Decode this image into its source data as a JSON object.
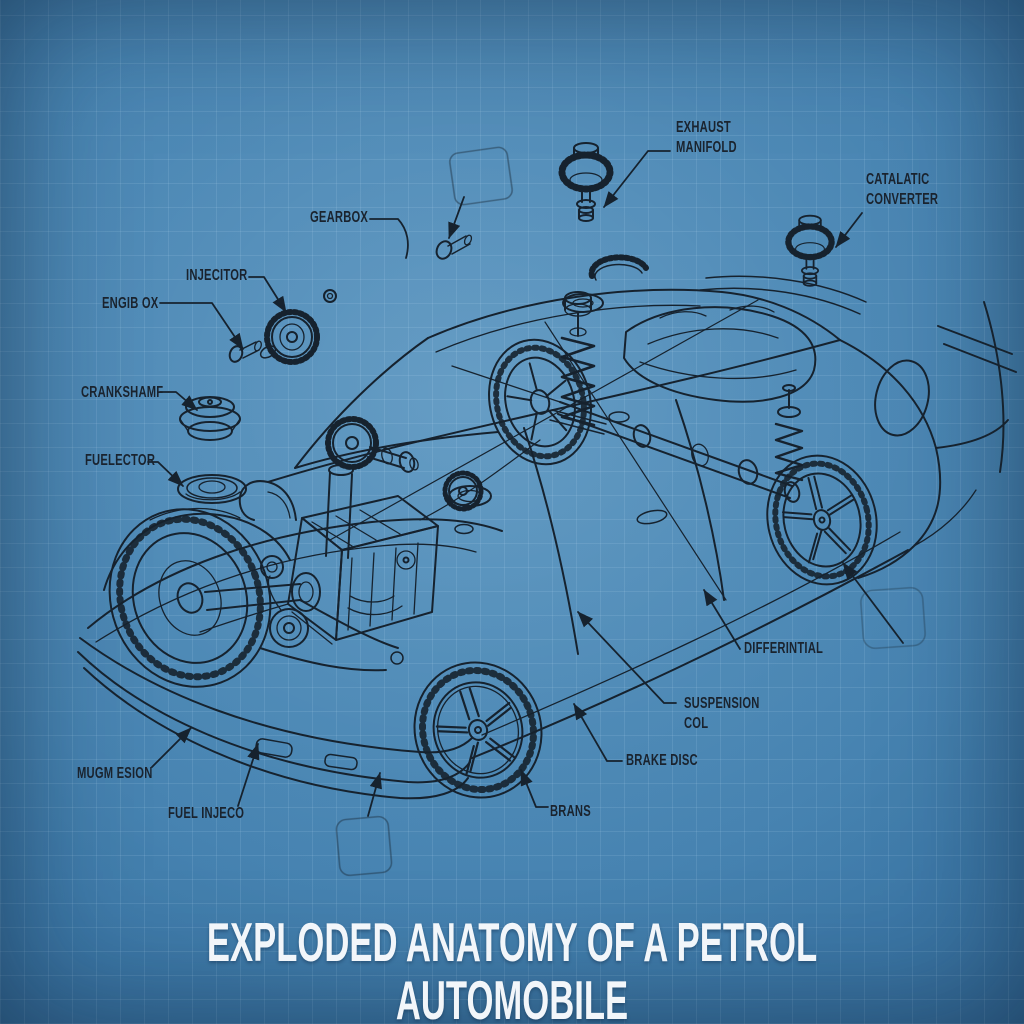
{
  "title": "EXPLODED ANATOMY OF A PETROL AUTOMOBILE",
  "labels": [
    {
      "id": "exhaust-manifold",
      "text": "EXHAUST\nMANIFOLD"
    },
    {
      "id": "catalatic-converter",
      "text": "CATALATIC\nCONVERTER"
    },
    {
      "id": "gearbox",
      "text": "GEARBOX"
    },
    {
      "id": "injector",
      "text": "INJECITOR"
    },
    {
      "id": "engib-ox",
      "text": "ENGIB OX"
    },
    {
      "id": "crankshamf",
      "text": "CRANKSHAMF"
    },
    {
      "id": "fuelector",
      "text": "FUELECTOR"
    },
    {
      "id": "mugm-esion",
      "text": "MUGM ESION"
    },
    {
      "id": "fuel-injeco",
      "text": "FUEL INJECO"
    },
    {
      "id": "brans",
      "text": "BRANS"
    },
    {
      "id": "brake-disc",
      "text": "BRAKE DISC"
    },
    {
      "id": "suspension-col",
      "text": "SUSPENSION\nCOL"
    },
    {
      "id": "differintial",
      "text": "DIFFERINTIAL"
    }
  ],
  "colors": {
    "background_center": "#4a89b8",
    "background_edge": "#2b5c87",
    "grid_line": "#a9cbe4",
    "line_art": "#16222e",
    "label_text": "#1a232e",
    "title_text": "#f2f6fa"
  }
}
